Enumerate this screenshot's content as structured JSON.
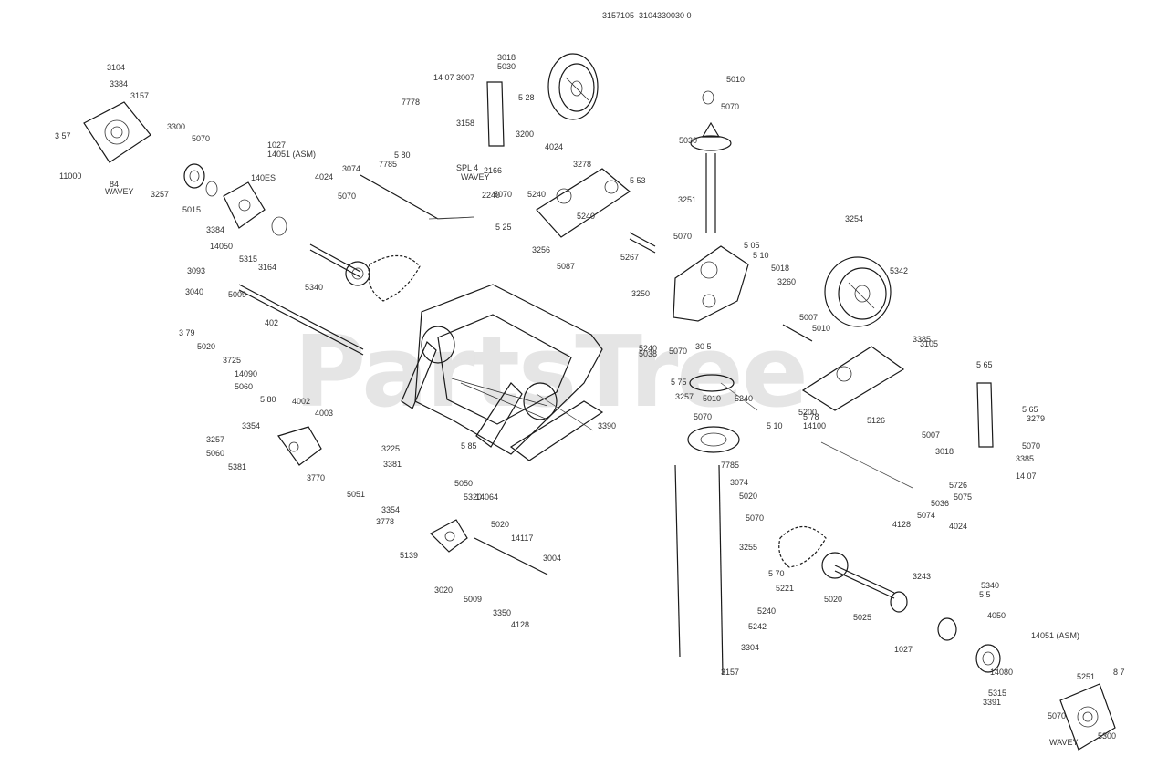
{
  "watermark": "PartsTree",
  "labels": [
    "3104",
    "3384",
    "3157",
    "3 57",
    "11000",
    "3300",
    "5070",
    "1027",
    "14051 (ASM)",
    "84",
    "WAVEY",
    "3257",
    "5015",
    "140ES",
    "3384",
    "14050",
    "5315",
    "3164",
    "3093",
    "5340",
    "3040",
    "5009",
    "402",
    "3 79",
    "5020",
    "3725",
    "14090",
    "5060",
    "5 80",
    "4002",
    "4003",
    "3354",
    "3257",
    "5060",
    "5381",
    "3770",
    "5051",
    "3225",
    "3381",
    "3354",
    "3778",
    "5050",
    "5320",
    "14064",
    "5139",
    "5020",
    "14117",
    "3004",
    "3020",
    "5009",
    "3350",
    "4128",
    "14 07",
    "3007",
    "3018",
    "5030",
    "7778",
    "3158",
    "5 28",
    "3200",
    "2166",
    "4024",
    "3074",
    "5 80",
    "7785",
    "4024",
    "5070",
    "2240",
    "3278",
    "5 53",
    "SPL 4",
    "WAVEY",
    "5070",
    "5240",
    "5 25",
    "3256",
    "5240",
    "5087",
    "5267",
    "5010",
    "5070",
    "5030",
    "3251",
    "5070",
    "5 05",
    "5 10",
    "5018",
    "3260",
    "3250",
    "5007",
    "5010",
    "3254",
    "5342",
    "5240",
    "5070",
    "5038",
    "30 5",
    "5 75",
    "3257",
    "5240",
    "5010",
    "5 10",
    "5070",
    "5 78",
    "3385",
    "3390",
    "5 85",
    "5200",
    "14100",
    "3105",
    "5 65",
    "5 65",
    "3279",
    "5126",
    "5007",
    "3018",
    "5070",
    "3385",
    "14 07",
    "5726",
    "5075",
    "5036",
    "5074",
    "4128",
    "4024",
    "7785",
    "3074",
    "5020",
    "5070",
    "3255",
    "5240",
    "5242",
    "5 70",
    "5221",
    "5020",
    "5025",
    "5340",
    "5 5",
    "3243",
    "4050",
    "1027",
    "14051 (ASM)",
    "14080",
    "5315",
    "3391",
    "5070",
    "5251",
    "8 7",
    "WAVEY",
    "5300",
    "3157",
    "3304",
    "3157",
    "105",
    "3104",
    "3300",
    "30 0"
  ],
  "colors": {
    "ink": "#1a1a1a",
    "label": "#333333",
    "watermark": "#d0d0d0"
  }
}
